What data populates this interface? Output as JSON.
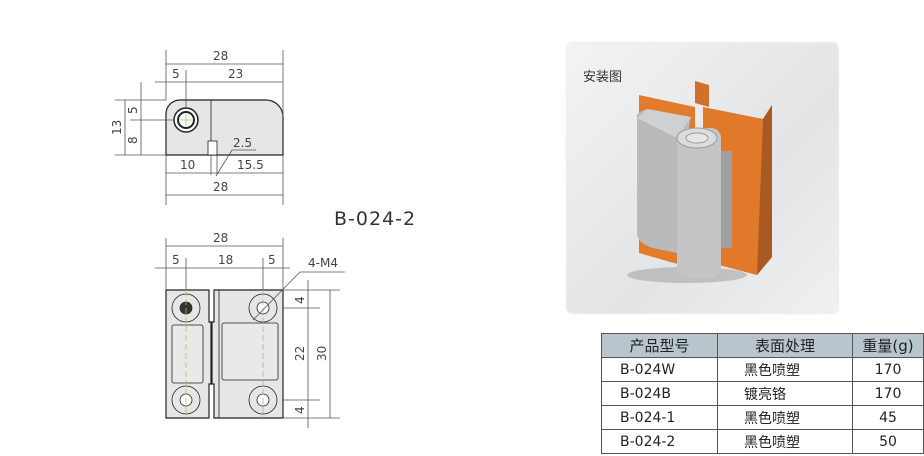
{
  "model_label": "B-024-2",
  "top_view": {
    "overall_top": "28",
    "d5": "5",
    "d23": "23",
    "h13": "13",
    "h5": "5",
    "h8": "8",
    "slot": "2.5",
    "d10": "10",
    "d15_5": "15.5",
    "overall_bottom": "28"
  },
  "front_view": {
    "overall": "28",
    "d5a": "5",
    "d18": "18",
    "d5b": "5",
    "thread": "4-M4",
    "h4a": "4",
    "h22": "22",
    "h4b": "4",
    "h30": "30"
  },
  "photo": {
    "caption": "安装图",
    "colors": {
      "bracket": "#e07a2a",
      "hinge": "#b8b9bb"
    }
  },
  "table": {
    "headers": [
      "产品型号",
      "表面处理",
      "重量(g)"
    ],
    "rows": [
      [
        "B-024W",
        "黑色喷塑",
        "170"
      ],
      [
        "B-024B",
        "镀亮铬",
        "170"
      ],
      [
        "B-024-1",
        "黑色喷塑",
        "45"
      ],
      [
        "B-024-2",
        "黑色喷塑",
        "50"
      ]
    ]
  }
}
